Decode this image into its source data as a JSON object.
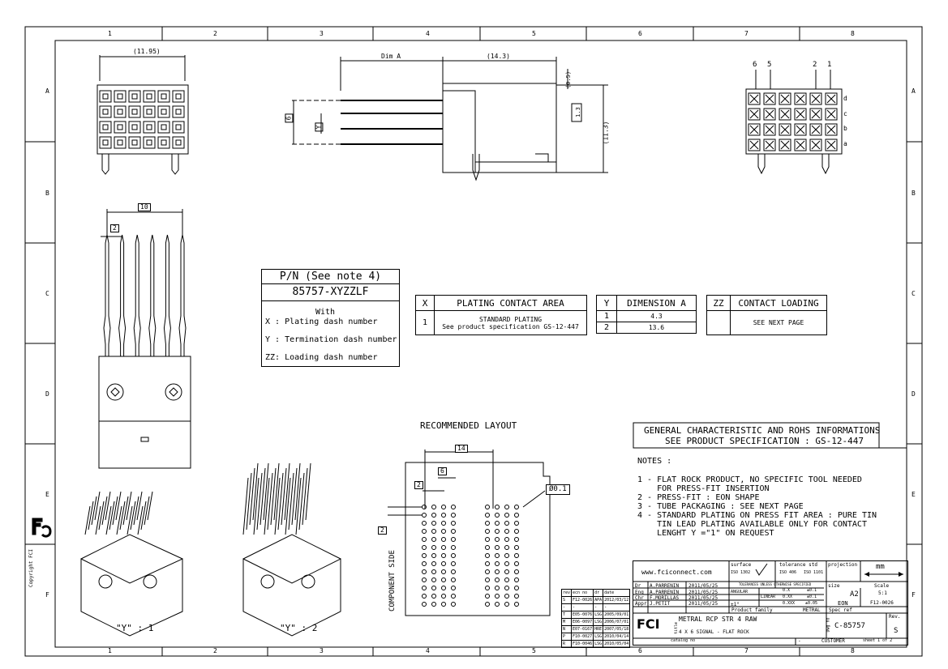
{
  "frame": {
    "columns": [
      "1",
      "2",
      "3",
      "4",
      "5",
      "6",
      "7",
      "8"
    ],
    "rows": [
      "A",
      "B",
      "C",
      "D",
      "E",
      "F"
    ],
    "copyright": "Copyright FCI"
  },
  "top_views": {
    "dim_width": "(11.95)",
    "dim_a": "Dim A",
    "dim_14_3": "(14.3)",
    "dim_0_5": "(0.5)",
    "dim_1_3": "1.3",
    "dim_11_3": "(11.3)",
    "dim_6": "6",
    "dim_y": "Y",
    "pin_labels": [
      "6",
      "5",
      "2",
      "1"
    ],
    "row_labels": [
      "d",
      "c",
      "b",
      "a"
    ]
  },
  "side_view": {
    "dim_10": "10",
    "dim_2": "2"
  },
  "part_number_box": {
    "heading": "P/N (See note 4)",
    "number": "85757-XYZZLF",
    "with": "With",
    "x_line": "X : Plating dash number",
    "y_line": "Y : Termination dash number",
    "zz_line": "ZZ: Loading dash number"
  },
  "plating_table": {
    "col1": "X",
    "col2": "PLATING CONTACT AREA",
    "row_id": "1",
    "row_text1": "STANDARD PLATING",
    "row_text2": "See product specification GS-12-447"
  },
  "dimension_table": {
    "col1": "Y",
    "col2": "DIMENSION A",
    "rows": [
      {
        "id": "1",
        "value": "4.3"
      },
      {
        "id": "2",
        "value": "13.6"
      }
    ]
  },
  "loading_table": {
    "col1": "ZZ",
    "col2": "CONTACT LOADING",
    "text": "SEE NEXT PAGE"
  },
  "layout": {
    "title": "RECOMMENDED LAYOUT",
    "dim_14": "14",
    "dim_6": "6",
    "dim_2a": "2",
    "dim_2b": "2",
    "tolerance": "Ø0.1",
    "side_label": "COMPONENT SIDE"
  },
  "iso_views": {
    "label1": "\"Y\" : 1",
    "label2": "\"Y\" : 2"
  },
  "general": {
    "line1": "GENERAL CHARACTERISTIC AND ROHS INFORMATIONS",
    "line2": "SEE PRODUCT SPECIFICATION : GS-12-447"
  },
  "notes": {
    "title": "NOTES :",
    "items": [
      "1 - FLAT ROCK PRODUCT, NO SPECIFIC TOOL NEEDED",
      "    FOR PRESS-FIT INSERTION",
      "2 - PRESS-FIT : EON SHAPE",
      "3 - TUBE PACKAGING : SEE NEXT PAGE",
      "4 - STANDARD PLATING ON PRESS FIT AREA : PURE TIN",
      "    TIN LEAD PLATING AVAILABLE ONLY FOR CONTACT",
      "    LENGHT Y =\"1\" ON REQUEST"
    ]
  },
  "title_block": {
    "website": "www.fciconnect.com",
    "surface": "surface",
    "surface_std": "ISO 1302",
    "tolerance": "tolerance std",
    "tol_std1": "ISO 406",
    "tol_std2": "ISO 1101",
    "projection": "projection",
    "units": "mm",
    "tol_note": "TOLERANCES UNLESS OTHERWISE SPECIFIED",
    "people": [
      {
        "role": "Dr",
        "name": "A.PARRENIN",
        "date": "2011/05/25"
      },
      {
        "role": "Eng",
        "name": "A.PARRENIN",
        "date": "2011/05/25"
      },
      {
        "role": "Chr",
        "name": "F.MORILLAS",
        "date": "2011/05/25"
      },
      {
        "role": "Appr",
        "name": "J.PETIT",
        "date": "2011/05/25"
      }
    ],
    "angular": "ANGULAR",
    "linear": "LINEAR",
    "tol_vals": [
      "0.X",
      "±0.1",
      "0.XX",
      "±0.1",
      "0.XXX",
      "±0.05"
    ],
    "angle_tol": "±1°",
    "size_label": "size",
    "size": "A2",
    "scale_label": "Scale",
    "scale": "5:1",
    "eon": "EON",
    "f12": "F12-0026",
    "product_family": "Product family",
    "metral": "METRAL",
    "spec_ref": "Spec ref",
    "title1": "METRAL RCP STR 4 RAW",
    "title2": "4 X 6 SIGNAL - FLAT ROCK",
    "title_label": "title",
    "dwg_label": "Dwg no",
    "dwg": "C-85757",
    "rev_label": "Rev.",
    "rev": "S",
    "catalog": "catalog no",
    "dash": "-",
    "customer": "CUSTOMER",
    "sheet": "sheet 1 of 2"
  },
  "rev_table": {
    "header": [
      "rev",
      "ecn no",
      "dr",
      "date"
    ],
    "rows": [
      [
        "S",
        "F12-0026",
        "APA",
        "2012/03/12"
      ],
      [
        "-",
        "-",
        "-",
        "-"
      ],
      [
        "T",
        "E05-0076",
        "LSG",
        "2005/09/01"
      ],
      [
        "M",
        "E06-0097",
        "LSG",
        "2006/07/01"
      ],
      [
        "N",
        "E07-0167",
        "HRE",
        "2007/05/18"
      ],
      [
        "P",
        "F10-0027",
        "LSG",
        "2010/04/14"
      ],
      [
        "R",
        "F10-0046",
        "LSG",
        "2010/05/04"
      ]
    ]
  }
}
